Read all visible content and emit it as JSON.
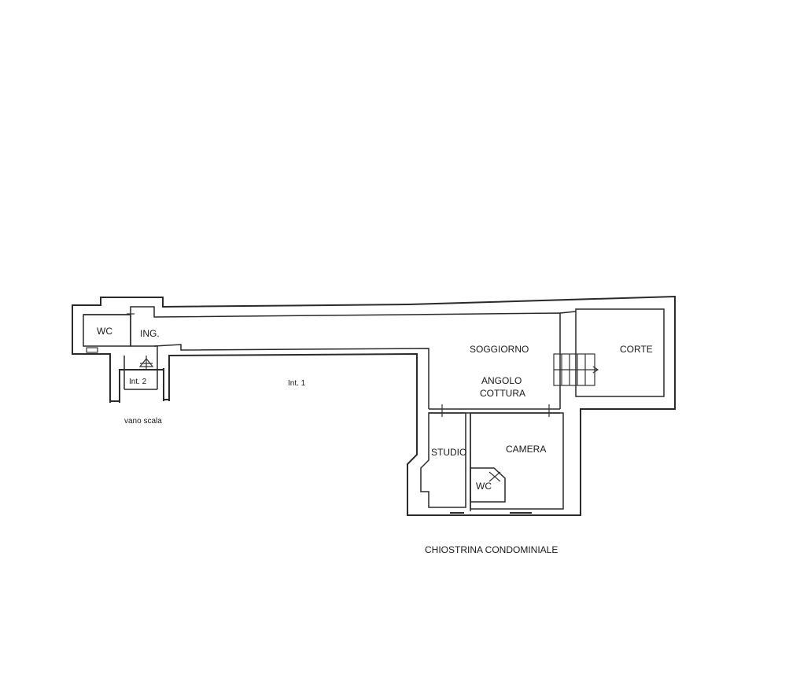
{
  "rooms": {
    "wc_left": "WC",
    "ingresso": "ING.",
    "int2": "Int. 2",
    "vano_scala": "vano scala",
    "int1": "Int. 1",
    "soggiorno": "SOGGIORNO",
    "angolo": "ANGOLO",
    "cottura": "COTTURA",
    "corte": "CORTE",
    "studio": "STUDIO",
    "camera": "CAMERA",
    "wc_right": "WC"
  },
  "caption": "CHIOSTRINA CONDOMINIALE"
}
